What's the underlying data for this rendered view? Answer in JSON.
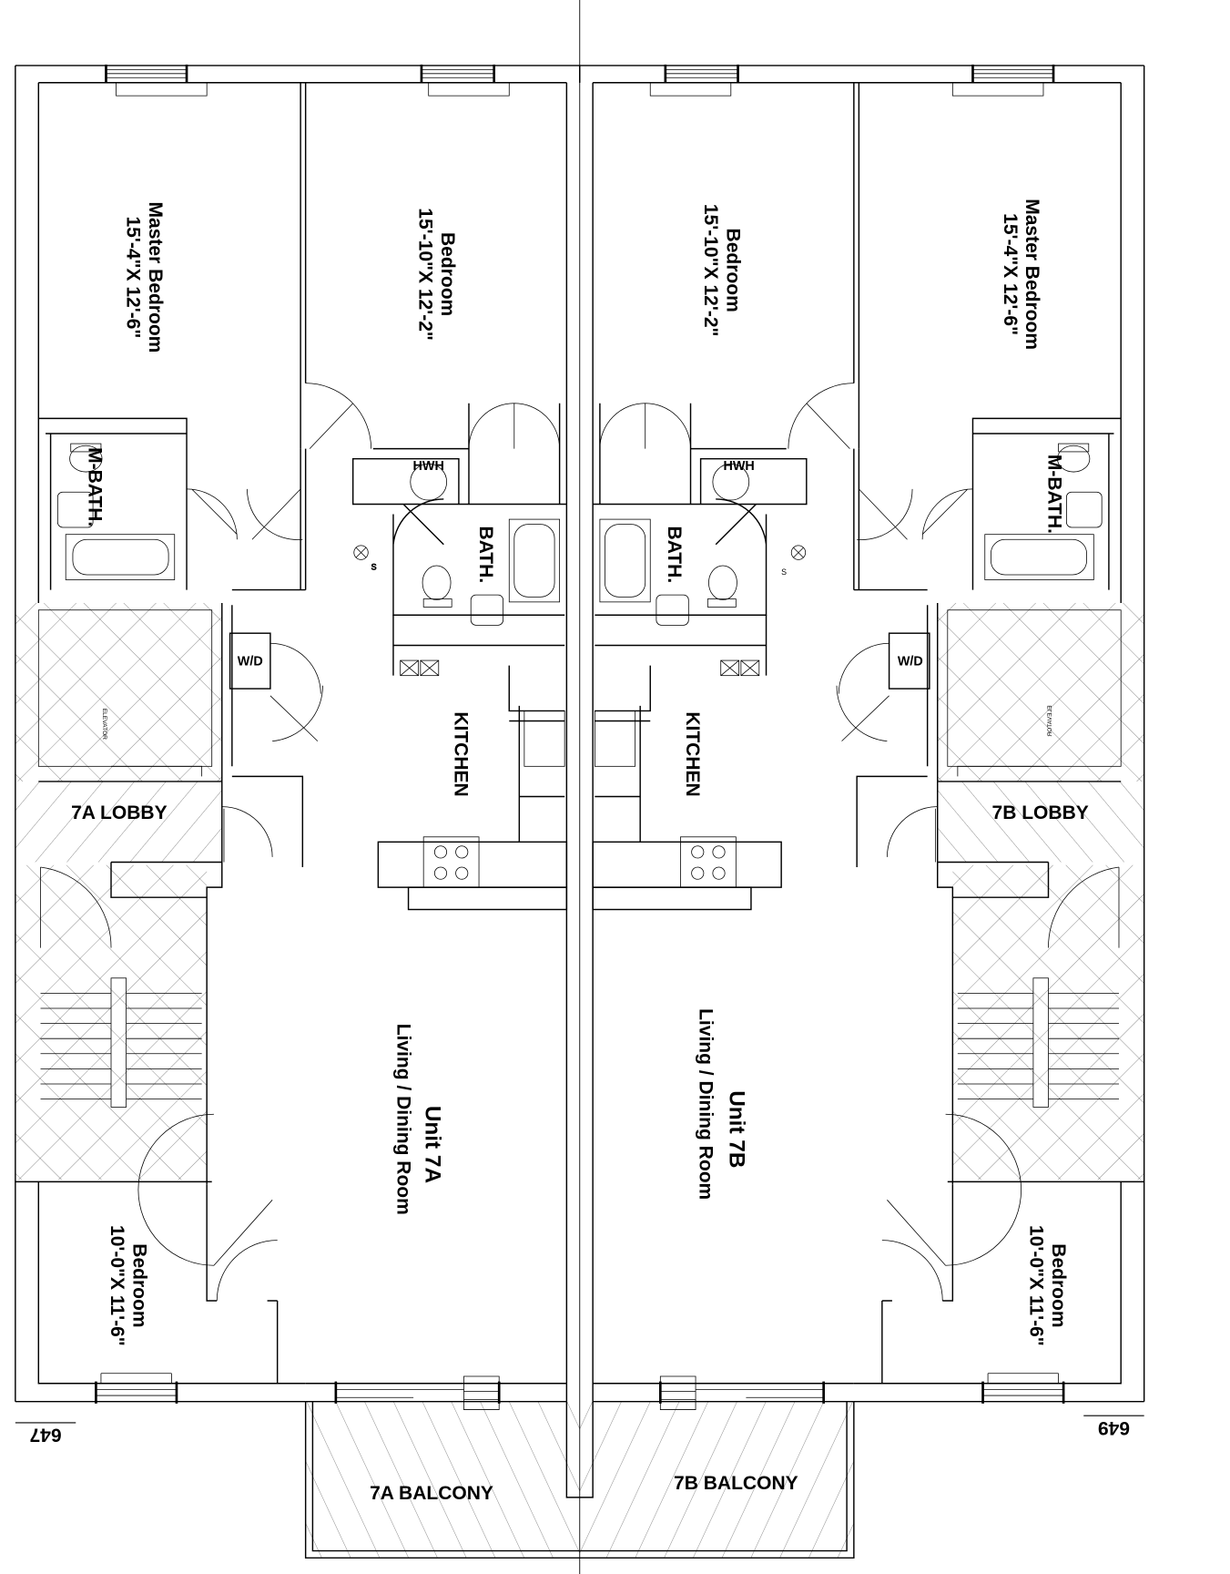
{
  "units": {
    "a": {
      "master_bedroom": {
        "name": "Master Bedroom",
        "size": "15'-4\"X 12'-6\""
      },
      "bedroom_top": {
        "name": "Bedroom",
        "size": "15'-10\"X 12'-2\""
      },
      "master_bath": "M-BATH.",
      "hwh": "HWH",
      "bath": "BATH.",
      "wd": "W/D",
      "elevator": "ELEVATOR",
      "kitchen": "KITCHEN",
      "lobby": "7A LOBBY",
      "unit": "Unit 7A",
      "living": "Living / Dining Room",
      "bedroom_bottom": {
        "name": "Bedroom",
        "size": "10'-0\"X 11'-6\""
      },
      "balcony": "7A BALCONY",
      "address": "647"
    },
    "b": {
      "master_bedroom": {
        "name": "Master Bedroom",
        "size": "15'-4\"X 12'-6\""
      },
      "bedroom_top": {
        "name": "Bedroom",
        "size": "15'-10\"X 12'-2\""
      },
      "master_bath": "M-BATH.",
      "hwh": "HWH",
      "bath": "BATH.",
      "wd": "W/D",
      "elevator": "ELEVATOR",
      "kitchen": "KITCHEN",
      "lobby": "7B LOBBY",
      "unit": "Unit 7B",
      "living": "Living / Dining Room",
      "bedroom_bottom": {
        "name": "Bedroom",
        "size": "10'-0\"X 11'-6\""
      },
      "balcony": "7B BALCONY",
      "address": "649"
    }
  },
  "symbols": {
    "smoke_detector": "S"
  }
}
